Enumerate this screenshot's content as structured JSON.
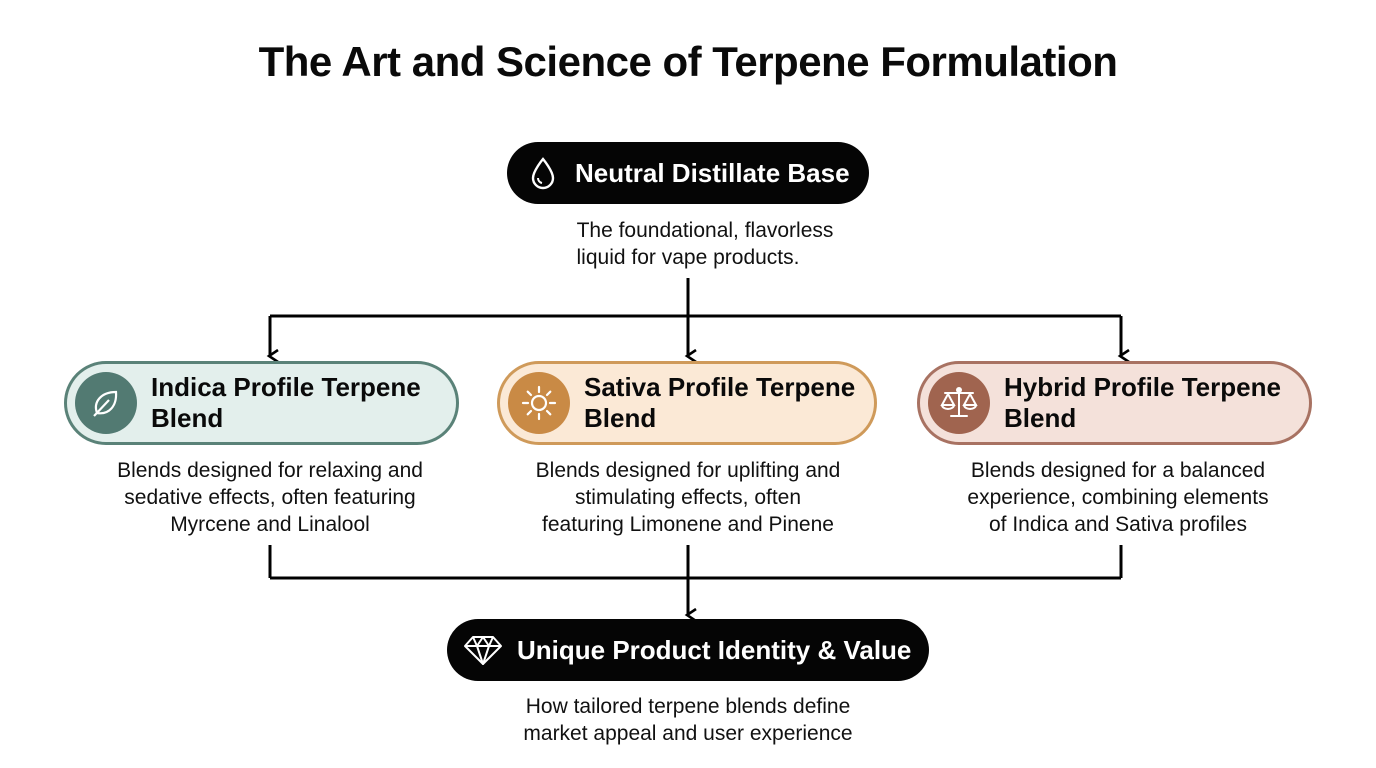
{
  "title": "The Art and Science of Terpene Formulation",
  "top_node": {
    "icon": "droplet-icon",
    "label": "Neutral Distillate Base",
    "description_lines": [
      "The foundational, flavorless",
      "liquid for vape products."
    ]
  },
  "profiles": [
    {
      "icon": "leaf-icon",
      "label_lines": [
        "Indica Profile Terpene",
        "Blend"
      ],
      "description_lines": [
        "Blends designed for relaxing and",
        "sedative effects, often featuring",
        "Myrcene and Linalool"
      ],
      "colors": {
        "border": "#5a8278",
        "fill": "#e3efec",
        "badge": "#527a72"
      }
    },
    {
      "icon": "sun-icon",
      "label_lines": [
        "Sativa Profile Terpene",
        "Blend"
      ],
      "description_lines": [
        "Blends designed for uplifting and",
        "stimulating effects, often",
        "featuring Limonene and Pinene"
      ],
      "colors": {
        "border": "#cf9a5a",
        "fill": "#fbe9d6",
        "badge": "#c98a45"
      }
    },
    {
      "icon": "balance-scale-icon",
      "label_lines": [
        "Hybrid Profile Terpene",
        "Blend"
      ],
      "description_lines": [
        "Blends designed for a balanced",
        "experience, combining elements",
        "of Indica and Sativa profiles"
      ],
      "colors": {
        "border": "#a87262",
        "fill": "#f4e1da",
        "badge": "#a0644f"
      }
    }
  ],
  "bottom_node": {
    "icon": "diamond-icon",
    "label": "Unique Product Identity & Value",
    "description_lines": [
      "How tailored terpene blends define",
      "market appeal and user experience"
    ]
  }
}
